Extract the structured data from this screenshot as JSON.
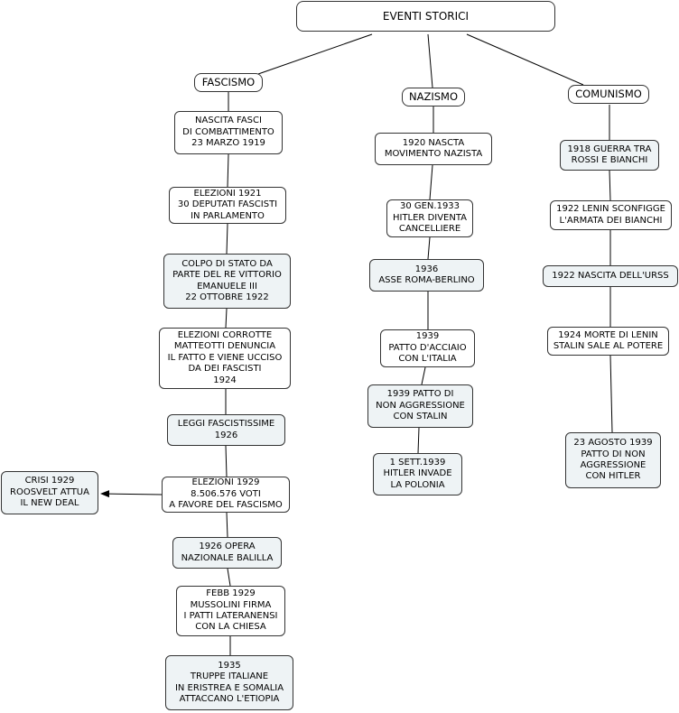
{
  "root": {
    "label": "EVENTI STORICI"
  },
  "categories": {
    "fascismo": "FASCISMO",
    "nazismo": "NAZISMO",
    "comunismo": "COMUNISMO"
  },
  "fascismo_events": [
    "NASCITA FASCI\nDI COMBATTIMENTO\n23 MARZO 1919",
    "ELEZIONI 1921\n30 DEPUTATI FASCISTI\nIN PARLAMENTO",
    "COLPO DI STATO DA\nPARTE DEL RE VITTORIO\nEMANUELE III\n22 OTTOBRE 1922",
    "ELEZIONI CORROTTE\nMATTEOTTI DENUNCIA\nIL FATTO E VIENE UCCISO\nDA DEI FASCISTI\n1924",
    "LEGGI FASCISTISSIME\n1926",
    "ELEZIONI 1929\n8.506.576 VOTI\nA FAVORE DEL FASCISMO",
    "1926 OPERA\nNAZIONALE BALILLA",
    "FEBB 1929\nMUSSOLINI FIRMA\nI PATTI LATERANENSI\nCON LA CHIESA",
    "1935\nTRUPPE ITALIANE\nIN ERISTREA E SOMALIA\nATTACCANO L'ETIOPIA"
  ],
  "side_event": "CRISI 1929\nROOSVELT ATTUA\nIL NEW DEAL",
  "nazismo_events": [
    "1920 NASCTA\nMOVIMENTO NAZISTA",
    "30 GEN.1933\nHITLER DIVENTA\nCANCELLIERE",
    "1936\nASSE ROMA-BERLINO",
    "1939\nPATTO D'ACCIAIO\nCON L'ITALIA",
    "1939 PATTO DI\nNON AGGRESSIONE\nCON STALIN",
    "1 SETT.1939\nHITLER INVADE\nLA POLONIA"
  ],
  "comunismo_events": [
    "1918 GUERRA TRA\nROSSI E BIANCHI",
    "1922 LENIN SCONFIGGE\nL'ARMATA DEI BIANCHI",
    "1922 NASCITA DELL'URSS",
    "1924 MORTE DI LENIN\nSTALIN SALE AL POTERE",
    "23 AGOSTO 1939\nPATTO DI NON\nAGGRESSIONE\nCON HITLER"
  ]
}
